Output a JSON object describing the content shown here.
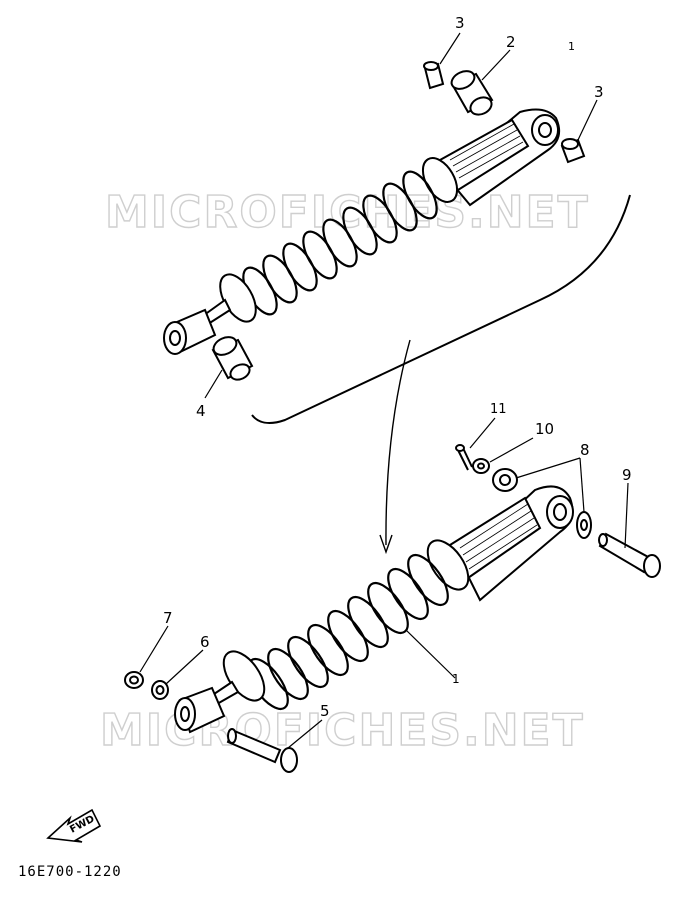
{
  "watermark_text": "MICROFICHES.NET",
  "diagram_code": "16E700-1220",
  "fwd_label": "FWD",
  "top_mark": "1",
  "callouts": {
    "c3a": "3",
    "c2": "2",
    "c3b": "3",
    "c4": "4",
    "c11": "11",
    "c10": "10",
    "c8": "8",
    "c9": "9",
    "c7": "7",
    "c6": "6",
    "c1": "1",
    "c5": "5"
  }
}
